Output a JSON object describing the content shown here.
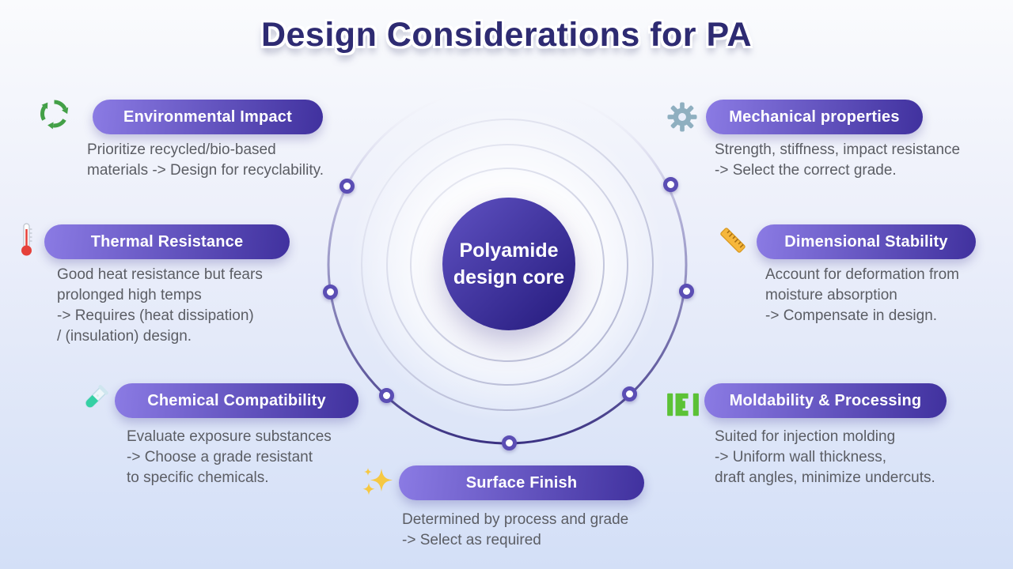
{
  "title": "Design Considerations for PA",
  "core": {
    "line1": "Polyamide",
    "line2": "design core"
  },
  "items": [
    {
      "id": "environmental-impact",
      "icon": "recycle-icon",
      "label": "Environmental Impact",
      "desc": [
        "Prioritize recycled/bio-based",
        "materials -> Design for recyclability."
      ]
    },
    {
      "id": "thermal-resistance",
      "icon": "thermometer-icon",
      "label": "Thermal Resistance",
      "desc": [
        "Good heat resistance but fears",
        "prolonged high temps",
        "-> Requires (heat dissipation)",
        "/ (insulation) design."
      ]
    },
    {
      "id": "chemical-compatibility",
      "icon": "test-tube-icon",
      "label": "Chemical Compatibility",
      "desc": [
        "Evaluate exposure substances",
        "-> Choose a grade resistant",
        "to specific chemicals."
      ]
    },
    {
      "id": "surface-finish",
      "icon": "sparkles-icon",
      "label": "Surface Finish",
      "desc": [
        "Determined by process and grade",
        "-> Select as required"
      ]
    },
    {
      "id": "mechanical-properties",
      "icon": "gear-icon",
      "label": "Mechanical properties",
      "desc": [
        "Strength, stiffness, impact resistance",
        "-> Select the correct grade."
      ]
    },
    {
      "id": "dimensional-stability",
      "icon": "ruler-icon",
      "label": "Dimensional Stability",
      "desc": [
        "Account for deformation from",
        "moisture absorption",
        "-> Compensate in design."
      ]
    },
    {
      "id": "moldability-processing",
      "icon": "mold-icon",
      "label": "Moldability & Processing",
      "desc": [
        "Suited for injection molding",
        "-> Uniform wall thickness,",
        "draft angles, minimize undercuts."
      ]
    }
  ],
  "colors": {
    "background_top": "#fafbfd",
    "background_bottom": "#d3dff7",
    "title_color": "#2e2b72",
    "body_text": "#5b5d64",
    "pill_text": "#ffffff",
    "pill_gradient_start": "#8b7be4",
    "pill_gradient_end": "#40319e",
    "core_gradient_start": "#6052c3",
    "core_gradient_end": "#2d2286",
    "core_text": "#ffffff",
    "node_ring": "#5b4eb4",
    "recycle_green": "#43a047",
    "thermometer_red": "#e5403a",
    "tube_liquid_teal": "#35d0a4",
    "sparkle_yellow": "#f6c842",
    "gear_blue_gray": "#8fafc0",
    "ruler_yellow": "#f6b73c",
    "mold_green": "#5cc236"
  }
}
